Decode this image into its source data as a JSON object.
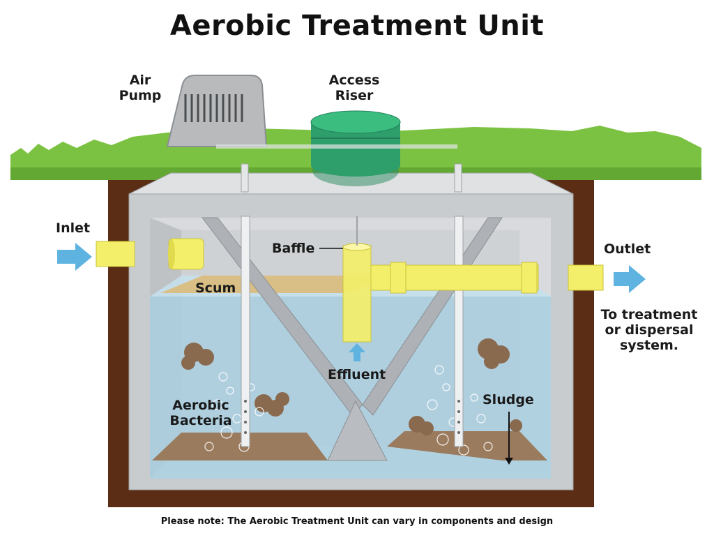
{
  "title": "Aerobic Treatment Unit",
  "labels": {
    "air_pump": [
      "Air",
      "Pump"
    ],
    "access_riser": [
      "Access",
      "Riser"
    ],
    "inlet": "Inlet",
    "outlet": "Outlet",
    "outlet_destination": [
      "To treatment",
      "or dispersal",
      "system."
    ],
    "baffle": "Baffle",
    "scum": "Scum",
    "effluent": "Effluent",
    "aerobic_bacteria": [
      "Aerobic",
      "Bacteria"
    ],
    "sludge": "Sludge"
  },
  "note": "Please note: The Aerobic Treatment Unit can vary in components and design",
  "colors": {
    "grass": "#7cc242",
    "soil": "#5a2d14",
    "tank_concrete": "#c9cccf",
    "water": "#a9cfe0",
    "scum": "#d9bf85",
    "sludge": "#9a7b5e",
    "pipe": "#f4ef6a",
    "riser": "#2e9e6a",
    "arrow": "#5fb3e0",
    "pump": "#b8babc"
  }
}
